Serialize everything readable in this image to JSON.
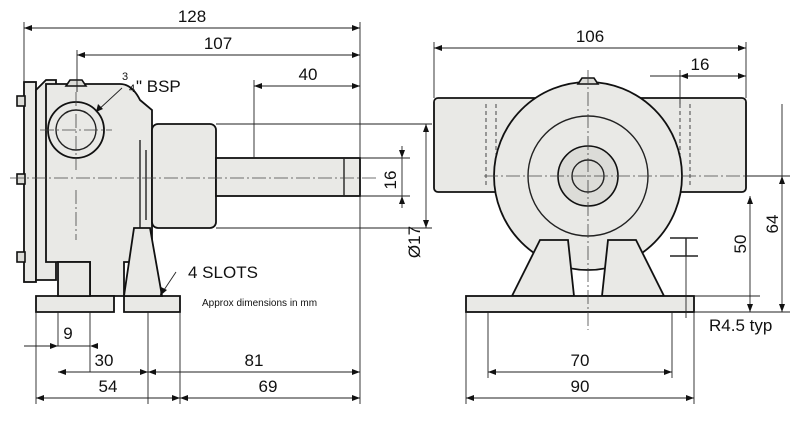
{
  "dimensions": {
    "d128": "128",
    "d107": "107",
    "d40": "40",
    "d106": "106",
    "d16_top": "16",
    "d16_shaft": "16",
    "d17": "Ø17",
    "d64": "64",
    "d50": "50",
    "r45": "R4.5 typ",
    "d9": "9",
    "d30": "30",
    "d81": "81",
    "d54": "54",
    "d69": "69",
    "d70": "70",
    "d90": "90"
  },
  "labels": {
    "bsp_num": "3",
    "bsp_den": "4",
    "bsp_text": "\" BSP",
    "slots": "4 SLOTS",
    "approx": "Approx dimensions in mm"
  }
}
